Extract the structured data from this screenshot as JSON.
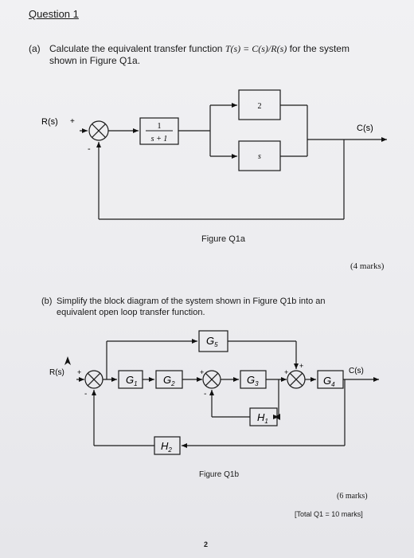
{
  "question": {
    "title": "Question 1",
    "part_a": {
      "label": "(a)",
      "text_before": "Calculate the equivalent transfer function",
      "formula": "T(s) = C(s)/R(s)",
      "text_after": "for the system",
      "line2": "shown in Figure Q1a.",
      "figure": {
        "input": "R(s)",
        "output": "C(s)",
        "plus_sign": "+",
        "minus_sign": "-",
        "block1_num": "1",
        "block1_den": "s + 1",
        "block_top": "2",
        "block_bottom": "s",
        "caption": "Figure Q1a"
      },
      "marks": "(4 marks)"
    },
    "part_b": {
      "label": "(b)",
      "text_line1": "Simplify the block diagram of the system shown in Figure Q1b into an",
      "text_line2": "equivalent open loop transfer function.",
      "figure": {
        "input": "R(s)",
        "output": "C(s)",
        "plus_sign": "+",
        "minus_sign": "-",
        "g1": "G",
        "g1_sub": "1",
        "g2": "G",
        "g2_sub": "2",
        "g3": "G",
        "g3_sub": "3",
        "g4": "G",
        "g4_sub": "4",
        "g5": "G",
        "g5_sub": "5",
        "h1": "H",
        "h1_sub": "1",
        "h2": "H",
        "h2_sub": "2",
        "caption": "Figure Q1b"
      },
      "marks": "(6 marks)",
      "total": "[Total Q1 = 10 marks]"
    },
    "page_number": "2"
  }
}
